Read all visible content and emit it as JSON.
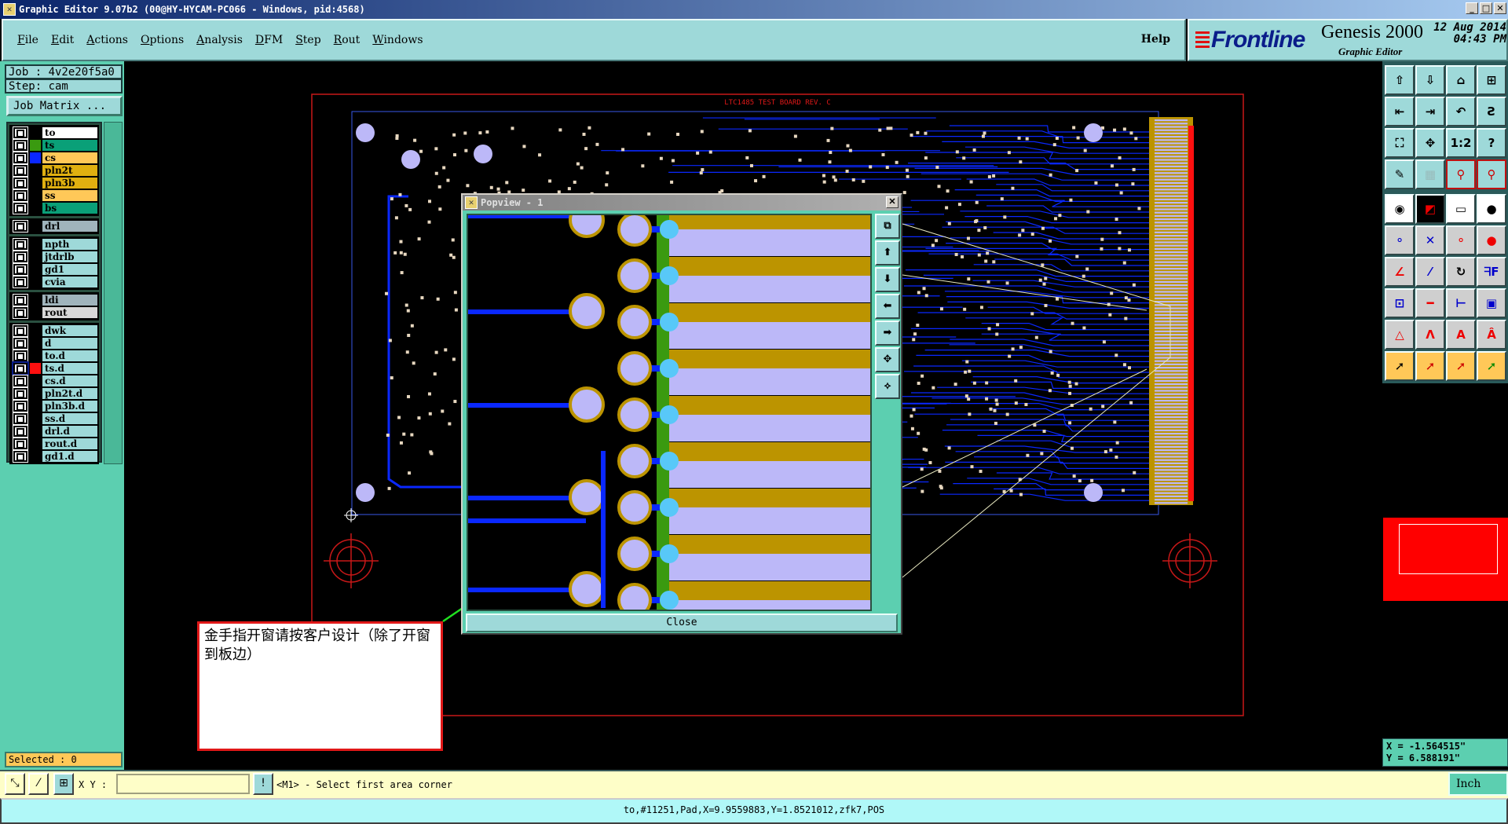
{
  "window": {
    "title": "Graphic Editor 9.07b2 (00@HY-HYCAM-PC066 - Windows, pid:4568)"
  },
  "menu": {
    "items": [
      "File",
      "Edit",
      "Actions",
      "Options",
      "Analysis",
      "DFM",
      "Step",
      "Rout",
      "Windows"
    ],
    "help": "Help"
  },
  "brand": {
    "logo": "Frontline",
    "product": "Genesis 2000",
    "subtitle": "Graphic Editor",
    "date": "12 Aug 2014",
    "time": "04:43 PM"
  },
  "job": {
    "job_label": "Job : 4v2e20f5a0",
    "step_label": "Step: cam",
    "matrix_button": "Job Matrix ..."
  },
  "layers": [
    [
      {
        "name": "to",
        "bg": "#ffffff",
        "color": "#000000"
      },
      {
        "name": "ts",
        "bg": "#0aa078",
        "color": "#3a9a10"
      },
      {
        "name": "cs",
        "bg": "#ffc858",
        "color": "#0a28ff"
      },
      {
        "name": "pln2t",
        "bg": "#e0b010",
        "color": "#000000"
      },
      {
        "name": "pln3b",
        "bg": "#e0b010",
        "color": "#000000"
      },
      {
        "name": "ss",
        "bg": "#ffc858",
        "color": "#000000"
      },
      {
        "name": "bs",
        "bg": "#0aa078",
        "color": "#000000"
      }
    ],
    [
      {
        "name": "drl",
        "bg": "#a0b4bc",
        "color": "#000000"
      }
    ],
    [
      {
        "name": "npth",
        "bg": "#9ed9d9",
        "color": "#000000"
      },
      {
        "name": "jtdrlb",
        "bg": "#9ed9d9",
        "color": "#000000"
      },
      {
        "name": "gd1",
        "bg": "#9ed9d9",
        "color": "#000000"
      },
      {
        "name": "cvia",
        "bg": "#9ed9d9",
        "color": "#000000"
      }
    ],
    [
      {
        "name": "ldi",
        "bg": "#a0b4bc",
        "color": "#000000"
      },
      {
        "name": "rout",
        "bg": "#d8d8d8",
        "color": "#000000"
      }
    ],
    [
      {
        "name": "dwk",
        "bg": "#9ed9d9",
        "color": "#000000"
      },
      {
        "name": "d",
        "bg": "#9ed9d9",
        "color": "#000000"
      },
      {
        "name": "to.d",
        "bg": "#9ed9d9",
        "color": "#000000"
      },
      {
        "name": "ts.d",
        "bg": "#9ed9d9",
        "color": "#ff1010",
        "selected": true
      },
      {
        "name": "cs.d",
        "bg": "#9ed9d9",
        "color": "#000000"
      },
      {
        "name": "pln2t.d",
        "bg": "#9ed9d9",
        "color": "#000000"
      },
      {
        "name": "pln3b.d",
        "bg": "#9ed9d9",
        "color": "#000000"
      },
      {
        "name": "ss.d",
        "bg": "#9ed9d9",
        "color": "#000000"
      },
      {
        "name": "drl.d",
        "bg": "#9ed9d9",
        "color": "#000000"
      },
      {
        "name": "rout.d",
        "bg": "#9ed9d9",
        "color": "#000000"
      },
      {
        "name": "gd1.d",
        "bg": "#9ed9d9",
        "color": "#000000"
      }
    ]
  ],
  "selected": "Selected : 0",
  "board": {
    "title": "LTC1485 TEST BOARD REV. C"
  },
  "popview": {
    "title": "Popview - 1",
    "close": "Close"
  },
  "annotation": {
    "text": "金手指开窗请按客户设计（除了开窗到板边）"
  },
  "coords": {
    "x": "X = -1.564515\"",
    "y": "Y = 6.588191\""
  },
  "bottom": {
    "xy_label": "X Y :",
    "xy_value": "",
    "message": "<M1> - Select first area corner",
    "units": "Inch"
  },
  "status": "to,#11251,Pad,X=9.9559883,Y=1.8521012,zfk7,POS",
  "toolbar": [
    "move-up",
    "move-down",
    "home",
    "xy-panel",
    "pan-left",
    "pan-right",
    "undo-view",
    "s-route",
    "zoom-fit",
    "zoom-center",
    "scale-1-2",
    "help",
    "settings-palette",
    "grid",
    "net-select",
    "net-select-alt",
    "feature-info",
    "snap",
    "measure",
    "pad",
    "connect",
    "delete-node",
    "add-pad",
    "add-pad-filled",
    "draw-line",
    "draw-line-alt",
    "rotate",
    "mirror",
    "resize",
    "line-break",
    "dimension",
    "shapes",
    "triangle",
    "arc-a",
    "arc-b",
    "arc-c",
    "pointer",
    "select-box",
    "select-poly",
    "route-select"
  ],
  "colors": {
    "accent": "#9ed9d9",
    "panel": "#5ccfb0",
    "copper": "#0a28ff",
    "pad": "#bcb8f8",
    "gold": "#bc9400"
  }
}
